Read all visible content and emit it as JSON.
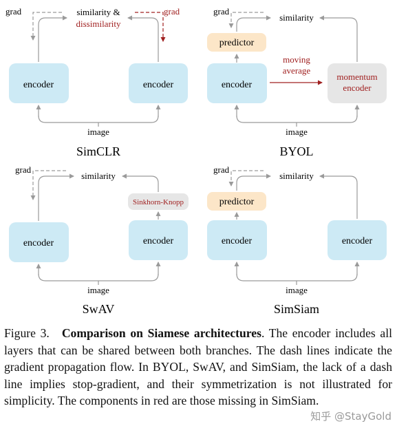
{
  "panels": {
    "simclr": {
      "title": "SimCLR",
      "grad_left": "grad",
      "grad_right": "grad",
      "top_line1": "similarity &",
      "top_line2": "dissimilarity",
      "encoder_left": "encoder",
      "encoder_right": "encoder",
      "image": "image"
    },
    "byol": {
      "title": "BYOL",
      "grad": "grad",
      "top": "similarity",
      "predictor": "predictor",
      "encoder_left": "encoder",
      "moving1": "moving",
      "moving2": "average",
      "momentum1": "momentum",
      "momentum2": "encoder",
      "image": "image"
    },
    "swav": {
      "title": "SwAV",
      "grad": "grad",
      "top": "similarity",
      "sinkhorn": "Sinkhorn-Knopp",
      "encoder_left": "encoder",
      "encoder_right": "encoder",
      "image": "image"
    },
    "simsiam": {
      "title": "SimSiam",
      "grad": "grad",
      "top": "similarity",
      "predictor": "predictor",
      "encoder_left": "encoder",
      "encoder_right": "encoder",
      "image": "image"
    }
  },
  "caption": {
    "label": "Figure 3.",
    "bold": "Comparison on Siamese architectures",
    "text": ". The encoder includes all layers that can be shared between both branches. The dash lines indicate the gradient propagation flow. In BYOL, SwAV, and SimSiam, the lack of a dash line implies stop-gradient, and their symmetrization is not illustrated for simplicity. The components in red are those missing in SimSiam."
  },
  "watermark": "知乎 @StayGold",
  "colors": {
    "encoder": "#cdeaf5",
    "predictor": "#fce6c8",
    "gray_box": "#e6e6e6",
    "red": "#a02020",
    "arrow": "#9a9a9a"
  }
}
